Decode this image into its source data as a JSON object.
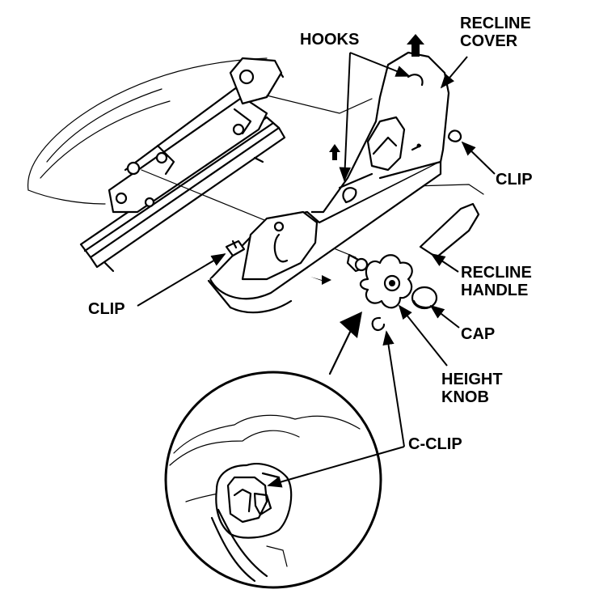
{
  "labels": {
    "hooks": "HOOKS",
    "recline_cover": [
      "RECLINE",
      "COVER"
    ],
    "clip_right": "CLIP",
    "clip_left": "CLIP",
    "recline_handle": [
      "RECLINE",
      "HANDLE"
    ],
    "cap": "CAP",
    "height_knob": [
      "HEIGHT",
      "KNOB"
    ],
    "c_clip": "C-CLIP"
  }
}
